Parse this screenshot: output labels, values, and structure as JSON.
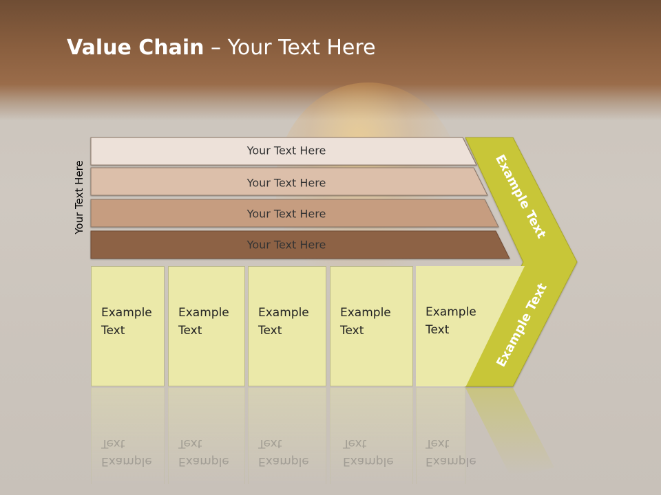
{
  "slide": {
    "title_bold": "Value Chain",
    "title_rest": " – Your Text Here",
    "side_label": "Your Text Here"
  },
  "rows": [
    {
      "label": "Your Text Here",
      "color": "#ede1d9"
    },
    {
      "label": "Your Text Here",
      "color": "#dcbfaa"
    },
    {
      "label": "Your Text Here",
      "color": "#c69d80"
    },
    {
      "label": "Your Text Here",
      "color": "#8d6245"
    }
  ],
  "boxes": [
    {
      "line1": "Example",
      "line2": "Text"
    },
    {
      "line1": "Example",
      "line2": "Text"
    },
    {
      "line1": "Example",
      "line2": "Text"
    },
    {
      "line1": "Example",
      "line2": "Text"
    },
    {
      "line1": "Example",
      "line2": "Text"
    }
  ],
  "chevron": {
    "upper_text": "Example Text",
    "lower_text": "Example Text",
    "color": "#c8c639"
  },
  "colors": {
    "box_fill": "#ebe9a9",
    "header": "#8a5f3f"
  }
}
